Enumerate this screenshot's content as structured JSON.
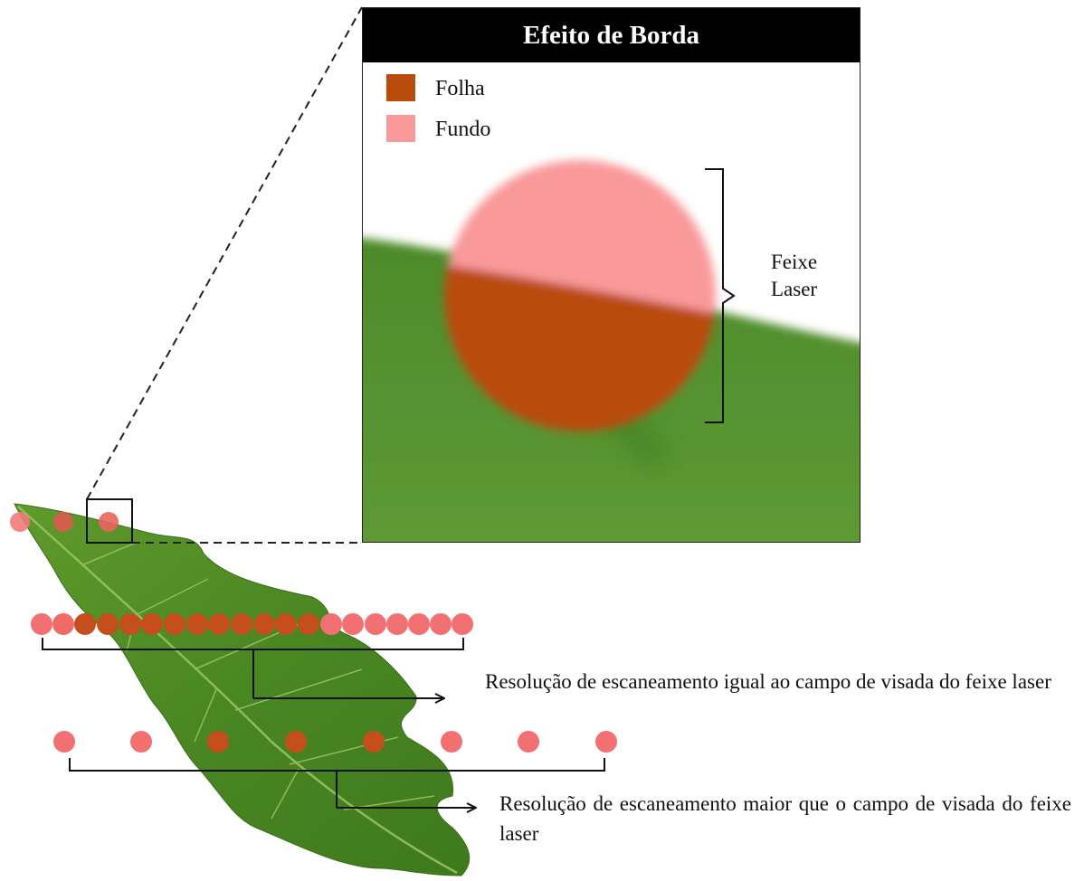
{
  "inset": {
    "title": "Efeito de Borda",
    "legend": [
      {
        "label": "Folha",
        "color": "#b94c0c"
      },
      {
        "label": "Fundo",
        "color": "#f9999a"
      }
    ],
    "beam_label_line1": "Feixe",
    "beam_label_line2": "Laser"
  },
  "annotations": {
    "equal_resolution": "Resolução de escaneamento igual ao campo de visada do feixe laser",
    "greater_resolution": "Resolução de escaneamento maior que o campo de visada do feixe laser"
  },
  "colors": {
    "leaf": "#4e8a22",
    "leaf_vein": "#9cc468",
    "beam": "#f36f70",
    "beam_on_leaf": "#b94c0c"
  }
}
